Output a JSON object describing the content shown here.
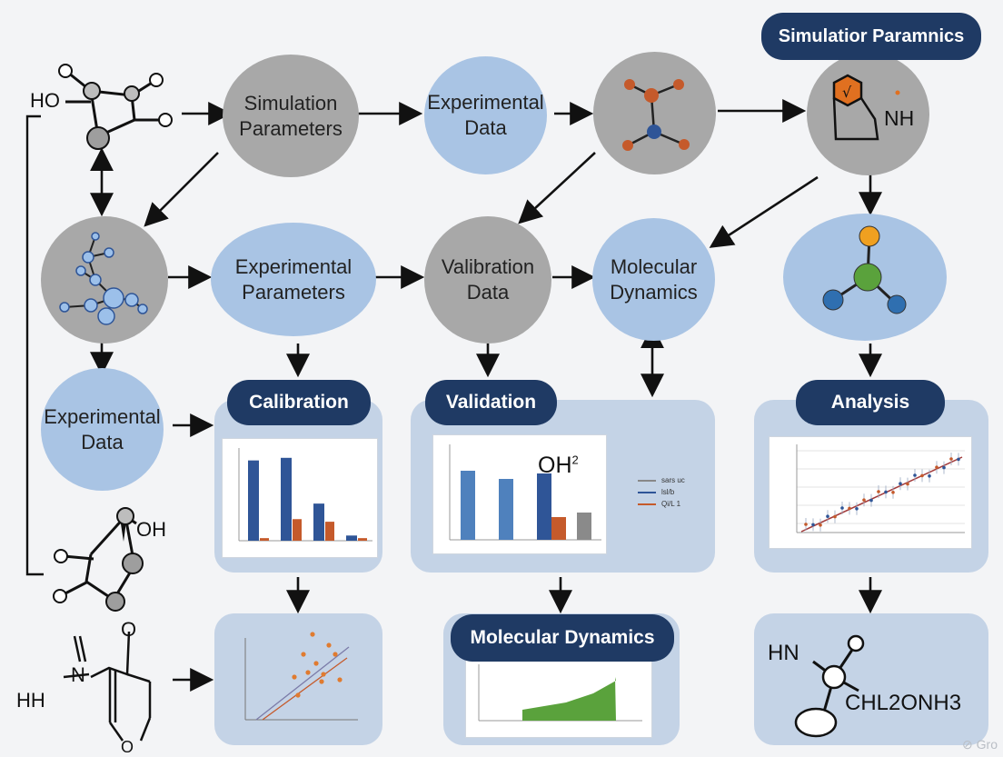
{
  "top_row": {
    "simulation_parameters": "Simulation Parameters",
    "experimental_data": "Experimental Data",
    "title_pill": "Simulatior Paramnics",
    "nh_label": "NH"
  },
  "middle_row": {
    "experimental_parameters": "Experimental Parameters",
    "valibration_data": "Valibration Data",
    "molecular_dynamics": "Molecular Dynamics"
  },
  "left_column": {
    "ho_label": "HO",
    "experimental_data": "Experimental Data",
    "oh_label": "OH",
    "hh_label": "HH",
    "n_label": "N",
    "o_label": "O"
  },
  "panels": {
    "calibration": "Calibration",
    "validation": "Validation",
    "analysis": "Analysis",
    "molecular_dynamics": "Molecular Dynamics",
    "oh2_label": "OH",
    "oh2_sup": "2",
    "hn_label": "HN",
    "chl_label": "CHL2ONH3"
  },
  "validation_legend": [
    "sars uc",
    "lsl/b",
    "Qi/L  1"
  ],
  "colors": {
    "navy": "#1f3a64",
    "light_blue": "#a9c4e4",
    "gray": "#a8a8a8",
    "panel": "#c4d3e6",
    "bar_blue": "#2f5597",
    "bar_orange": "#c55a2b",
    "area_green": "#5aa23c"
  },
  "icons": [
    "molecule-icon",
    "hexagon-ring-icon",
    "arrow-icon"
  ]
}
